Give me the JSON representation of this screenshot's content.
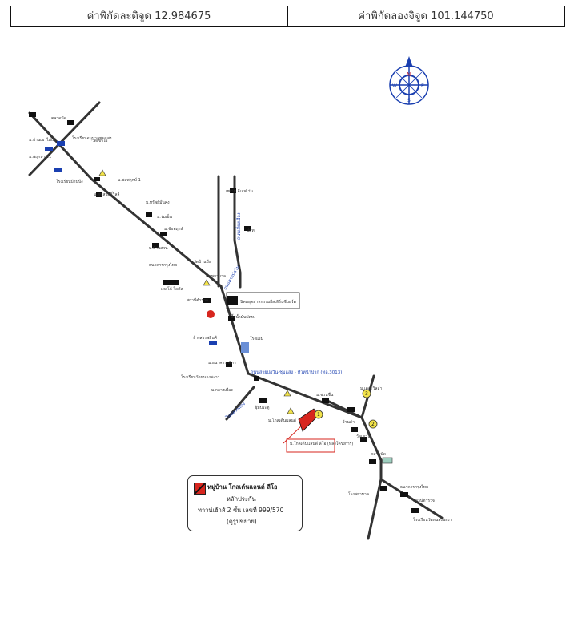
{
  "coordinates": {
    "latitude_label": "ค่าพิกัดละติจูด 12.984675",
    "longitude_label": "ค่าพิกัดลองจิจูด 101.144750"
  },
  "compass": {
    "n": "N",
    "e": "E",
    "s": "S",
    "w": "W"
  },
  "roads": {
    "road_3013": "ถนนสายบ่อวิน-ชุมแสง - หัวหน้าปาก (ทล.3013)",
    "to_bowin": "ถนนสายบ่อวิน",
    "to_chonburi": "ถนนเลี่ยงเมือง",
    "to_pluakdaeng": "ไปปลวกแดง"
  },
  "places": {
    "market": "ตลาดนัด",
    "school_top": "โรงเรียนอนุบาลชุมแสง",
    "petrol": "ปั๊มน้ำมันปตท.",
    "temple": "วัดเขาไผ่",
    "hospital": "โรงพยาบาล",
    "factory": "นิคมอุตสาหกรรมอีสเทิร์นซีบอร์ด",
    "shop_7": "เซเว่น อีเลฟเว่น",
    "bank": "ธนาคารกรุงไทย",
    "police": "สถานีตำรวจ",
    "tesco": "เทสโก้ โลตัส",
    "village_a": "ม.บ้านเขาไม้แก้ว",
    "village_b": "ม.พฤกษา 21",
    "village_c": "ม.ชลพฤกษ์ 1",
    "village_d": "ม.สุขสวัสดิ์วิลล์",
    "village_e": "ม.ทรัพย์มั่นคง",
    "school_mid": "โรงเรียนบ้านบึง",
    "factory_b": "ห้างสรรพสินค้า",
    "ptt_mid": "ปตท.",
    "village_f": "ม.ร่มเย็น",
    "village_g": "ม.ชัยพฤกษ์",
    "village_h": "ม.บ้านสวน",
    "wat_b": "วัดบ้านบึง",
    "villa_mark": "ม.โกลเด้นแลนด์",
    "hotel": "โรงแรม",
    "school_low": "โรงเรียนวัดหนองพะวา",
    "village_i": "ม.ธนาคารกสิกร",
    "village_j": "ม.กลางเมือง",
    "shop_b": "ร้านค้า",
    "gate": "ซุ้มประตู",
    "village_k": "ม.ชวนชื่น",
    "village_l": "ม.เดอะวิลล่า"
  },
  "project_callout": "ม.โกลเด้นแลนด์ ลีโอ\n(หลังโครงการ)",
  "legend": {
    "line1": "หมู่บ้าน โกลเด้นแลนด์ ลีโอ",
    "line2": "หลักประกัน",
    "line3": "ทาวน์เฮ้าส์ 2 ชั้น เลขที่ 999/570",
    "line4": "(ดูรูปขยาย)"
  },
  "markers": [
    "1",
    "2",
    "3"
  ],
  "colors": {
    "road": "#333333",
    "accent_blue": "#1a3fb0",
    "target_red": "#d7261e",
    "marker_yellow": "#f2e34a"
  }
}
